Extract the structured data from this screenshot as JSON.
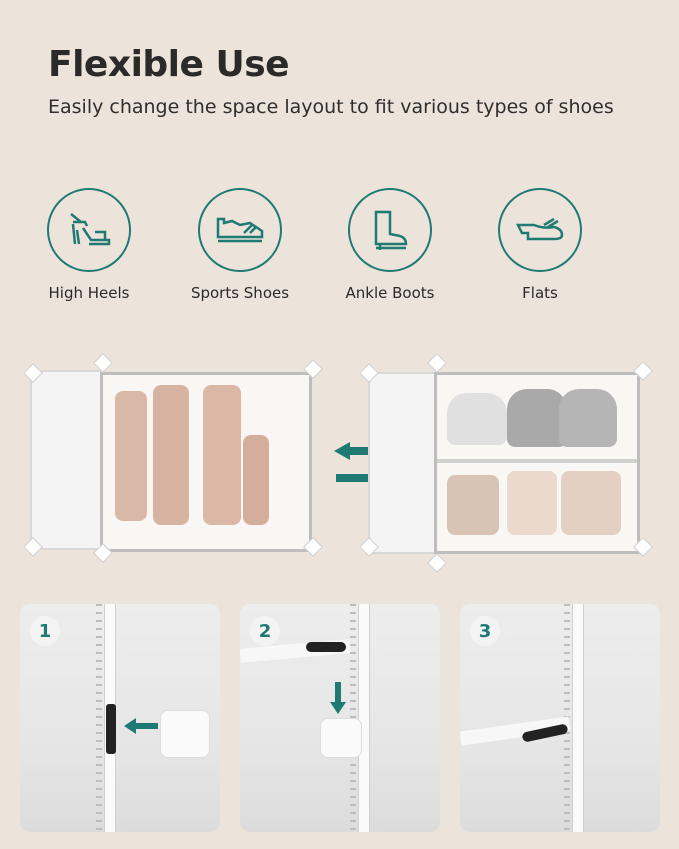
{
  "header": {
    "title": "Flexible Use",
    "subtitle": "Easily change the space layout to fit various types of shoes"
  },
  "shoe_types": [
    {
      "label": "High Heels",
      "icon": "high-heel-icon"
    },
    {
      "label": "Sports Shoes",
      "icon": "sneaker-icon"
    },
    {
      "label": "Ankle Boots",
      "icon": "boot-icon"
    },
    {
      "label": "Flats",
      "icon": "flat-shoe-icon"
    }
  ],
  "comparison": {
    "left": "cabinet-single-compartment-with-boots",
    "right": "cabinet-two-shelves-with-shoes",
    "arrow": "swap-arrows-icon"
  },
  "steps": [
    {
      "number": "1"
    },
    {
      "number": "2"
    },
    {
      "number": "3"
    }
  ],
  "colors": {
    "background": "#ece3db",
    "accent": "#1f7a73",
    "text": "#2b2a29"
  }
}
